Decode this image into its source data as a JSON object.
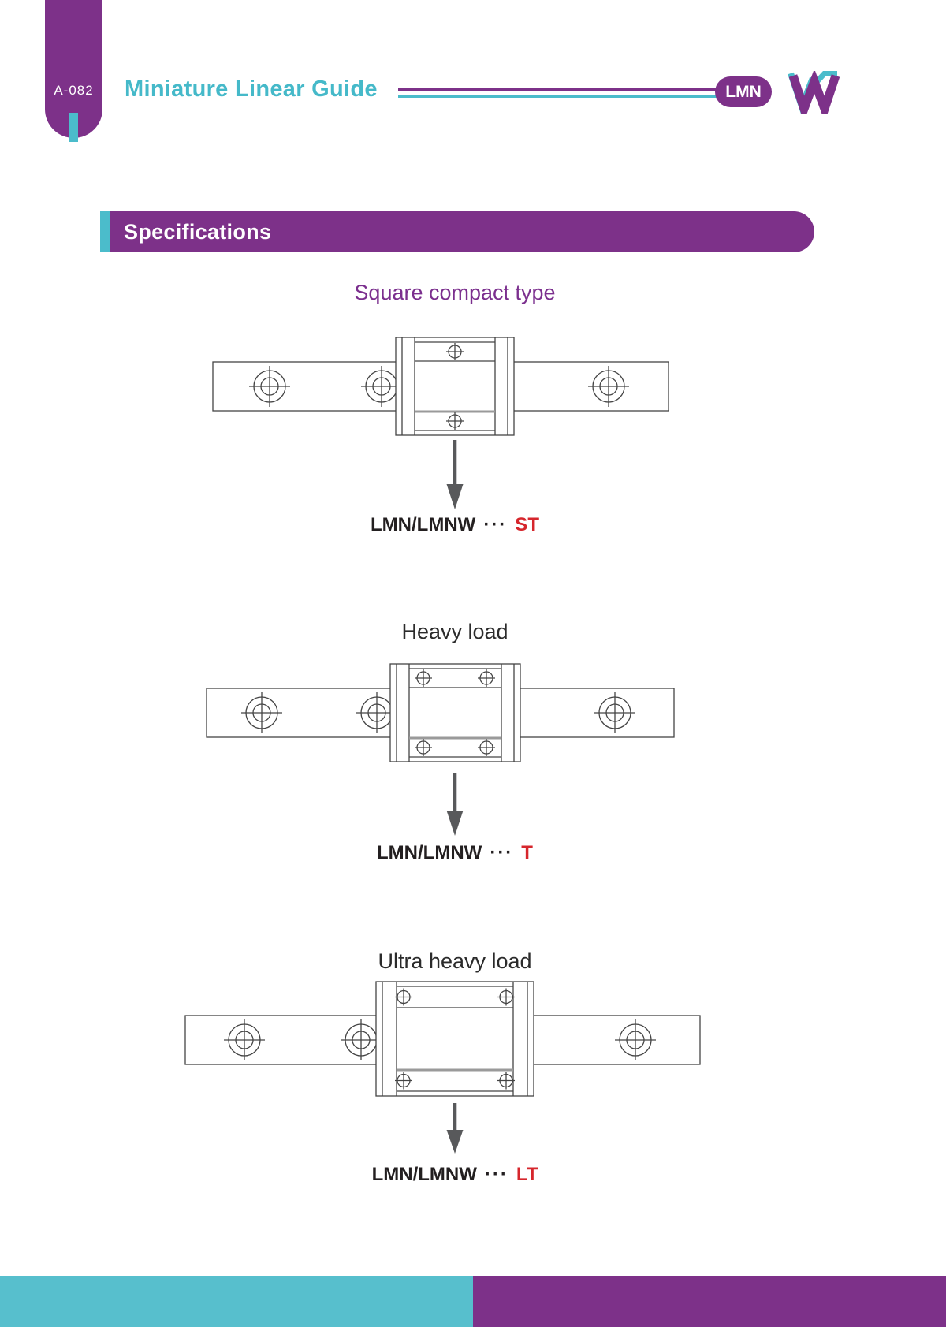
{
  "page": {
    "code": "A-082",
    "title": "Miniature Linear Guide",
    "badge": "LMN",
    "section_title": "Specifications"
  },
  "colors": {
    "purple": "#7d3189",
    "teal": "#4bbccb",
    "red": "#d6262c",
    "dark_text": "#231f20",
    "line": "#444444"
  },
  "icons": {
    "logo": "w-logo",
    "arrow": "down-arrow"
  },
  "diagrams": [
    {
      "title": "Square compact type",
      "label_prefix": "LMN/LMNW",
      "label_dots": "···",
      "label_suffix": "ST"
    },
    {
      "title": "Heavy load",
      "label_prefix": "LMN/LMNW",
      "label_dots": "···",
      "label_suffix": "T"
    },
    {
      "title": "Ultra heavy load",
      "label_prefix": "LMN/LMNW",
      "label_dots": "···",
      "label_suffix": "LT"
    }
  ]
}
